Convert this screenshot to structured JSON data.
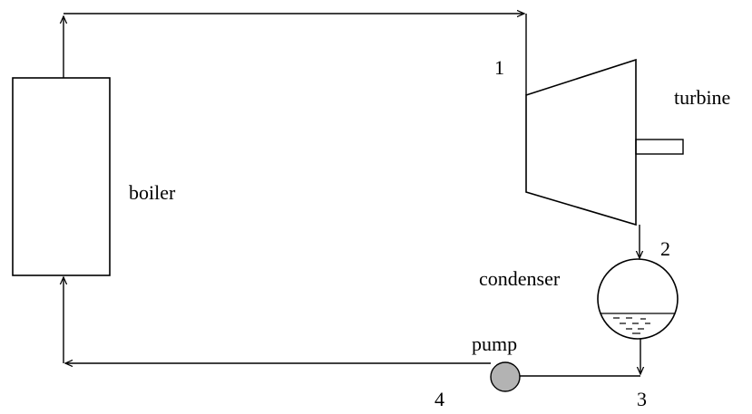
{
  "labels": {
    "boiler": "boiler",
    "turbine": "turbine",
    "condenser": "condenser",
    "pump": "pump",
    "state_1": "1",
    "state_2": "2",
    "state_3": "3",
    "state_4": "4"
  },
  "colors": {
    "stroke": "#000000",
    "background": "#ffffff",
    "pump_fill": "#b3b3b3"
  }
}
